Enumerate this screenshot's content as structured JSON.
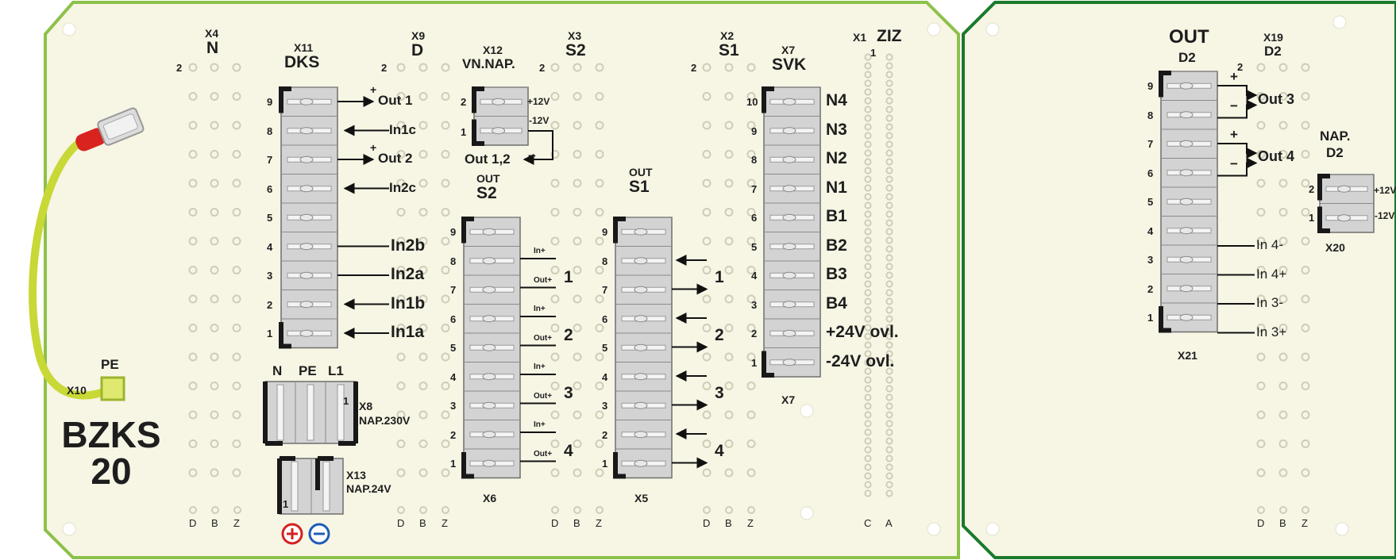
{
  "colors": {
    "board": "#f7f5e4",
    "left_border": "#8cc14a",
    "right_border": "#1a7a2a",
    "terminal": "#d3d3d3",
    "terminal_dark": "#181818",
    "wire": "#c8d836",
    "plus": "#d62020",
    "minus": "#1e5cb8"
  },
  "left_board": {
    "title_line1": "BZKS",
    "title_line2": "20",
    "connectors": {
      "x4": {
        "label": "X4",
        "name": "N",
        "pin": "2"
      },
      "x11": {
        "label": "X11",
        "name": "DKS",
        "pins": [
          "9",
          "8",
          "7",
          "6",
          "5",
          "4",
          "3",
          "2",
          "1"
        ],
        "signals": [
          "Out 1",
          "In1c",
          "Out 2",
          "In2c",
          "",
          "In2b",
          "In2a",
          "In1b",
          "In1a"
        ]
      },
      "x9": {
        "label": "X9",
        "name": "D",
        "pin": "2"
      },
      "x12": {
        "label": "X12",
        "name": "VN.NAP.",
        "pins": [
          "2",
          "1"
        ],
        "signals": [
          "+12V",
          "-12V"
        ],
        "out_label": "Out 1,2"
      },
      "x3": {
        "label": "X3",
        "name": "S2",
        "pin": "2"
      },
      "x2": {
        "label": "X2",
        "name": "S1",
        "pin": "2"
      },
      "x7": {
        "label": "X7",
        "name": "SVK",
        "bottom": "X7",
        "pins": [
          "10",
          "9",
          "8",
          "7",
          "6",
          "5",
          "4",
          "3",
          "2",
          "1"
        ],
        "signals": [
          "N4",
          "N3",
          "N2",
          "N1",
          "B1",
          "B2",
          "B3",
          "B4",
          "+24V ovl.",
          "-24V ovl."
        ]
      },
      "x1": {
        "label": "X1",
        "name": "ZIZ",
        "pin": "1"
      },
      "x6": {
        "top": "OUT",
        "name": "S2",
        "bottom": "X6",
        "pins": [
          "9",
          "8",
          "7",
          "6",
          "5",
          "4",
          "3",
          "2",
          "1"
        ],
        "small_signals": [
          "In+",
          "Out+",
          "In+",
          "Out+",
          "In+",
          "Out+",
          "In+",
          "Out+"
        ],
        "group_numbers": [
          "1",
          "2",
          "3",
          "4"
        ]
      },
      "x5": {
        "top": "OUT",
        "name": "S1",
        "bottom": "X5",
        "pins": [
          "9",
          "8",
          "7",
          "6",
          "5",
          "4",
          "3",
          "2",
          "1"
        ],
        "group_numbers": [
          "1",
          "2",
          "3",
          "4"
        ]
      },
      "x8": {
        "label": "X8",
        "name": "NAP.230V",
        "headers": [
          "N",
          "PE",
          "L1"
        ],
        "pin": "1"
      },
      "x13": {
        "label": "X13",
        "name": "NAP.24V",
        "pin": "1"
      },
      "x10": {
        "label": "X10",
        "name": "PE"
      }
    },
    "polarity": {
      "plus": "+",
      "minus": "−"
    },
    "bottom_row_labels": [
      "D",
      "B",
      "Z"
    ],
    "x1_bottom_labels": [
      "C",
      "A"
    ]
  },
  "right_board": {
    "out_d2": {
      "title": "OUT",
      "name": "D2",
      "bottom": "X21",
      "pins": [
        "9",
        "8",
        "7",
        "6",
        "5",
        "4",
        "3",
        "2",
        "1"
      ],
      "signals": [
        "Out 3",
        "Out 4",
        "In 4-",
        "In 4+",
        "In 3-",
        "In 3+"
      ]
    },
    "x19": {
      "label": "X19",
      "name": "D2",
      "pin": "2"
    },
    "nap": {
      "title": "NAP.",
      "name": "D2",
      "bottom": "X20",
      "pins": [
        "2",
        "1"
      ],
      "signals": [
        "+12V",
        "-12V"
      ]
    },
    "bottom_row_labels": [
      "D",
      "B",
      "Z"
    ]
  }
}
